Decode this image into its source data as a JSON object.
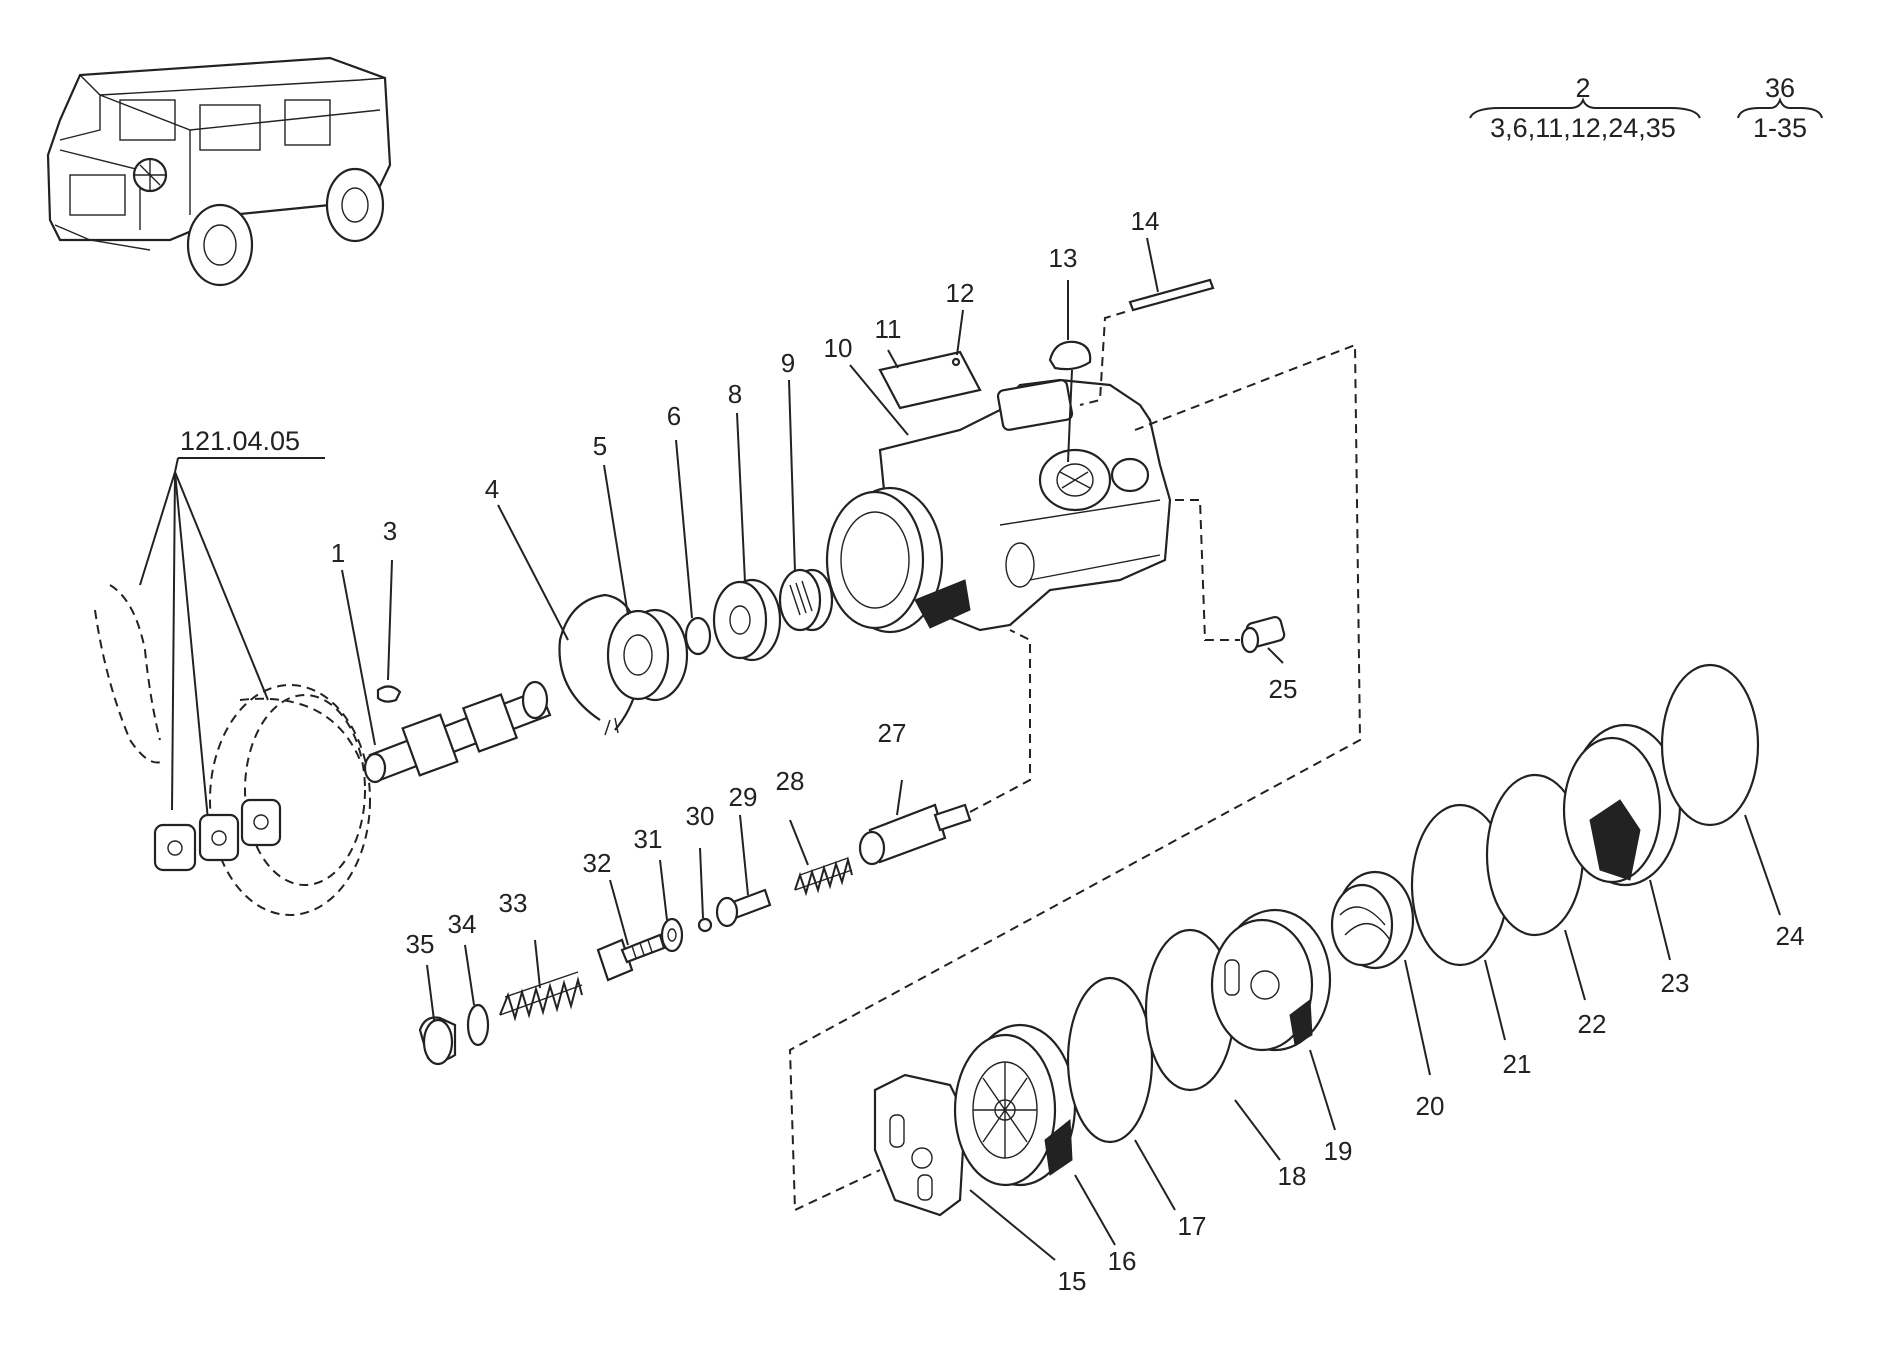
{
  "header": {
    "group_a_top": "2",
    "group_a_bottom": "3,6,11,12,24,35",
    "group_b_top": "36",
    "group_b_bottom": "1-35"
  },
  "reference": "121.04.05",
  "callouts": {
    "c1": "1",
    "c3": "3",
    "c4": "4",
    "c5": "5",
    "c6": "6",
    "c8": "8",
    "c9": "9",
    "c10": "10",
    "c11": "11",
    "c12": "12",
    "c13": "13",
    "c14": "14",
    "c15": "15",
    "c16": "16",
    "c17": "17",
    "c18": "18",
    "c19": "19",
    "c20": "20",
    "c21": "21",
    "c22": "22",
    "c23": "23",
    "c24": "24",
    "c25": "25",
    "c27": "27",
    "c28": "28",
    "c29": "29",
    "c30": "30",
    "c31": "31",
    "c32": "32",
    "c33": "33",
    "c34": "34",
    "c35": "35"
  },
  "vehicle_icon": "truck-icon"
}
